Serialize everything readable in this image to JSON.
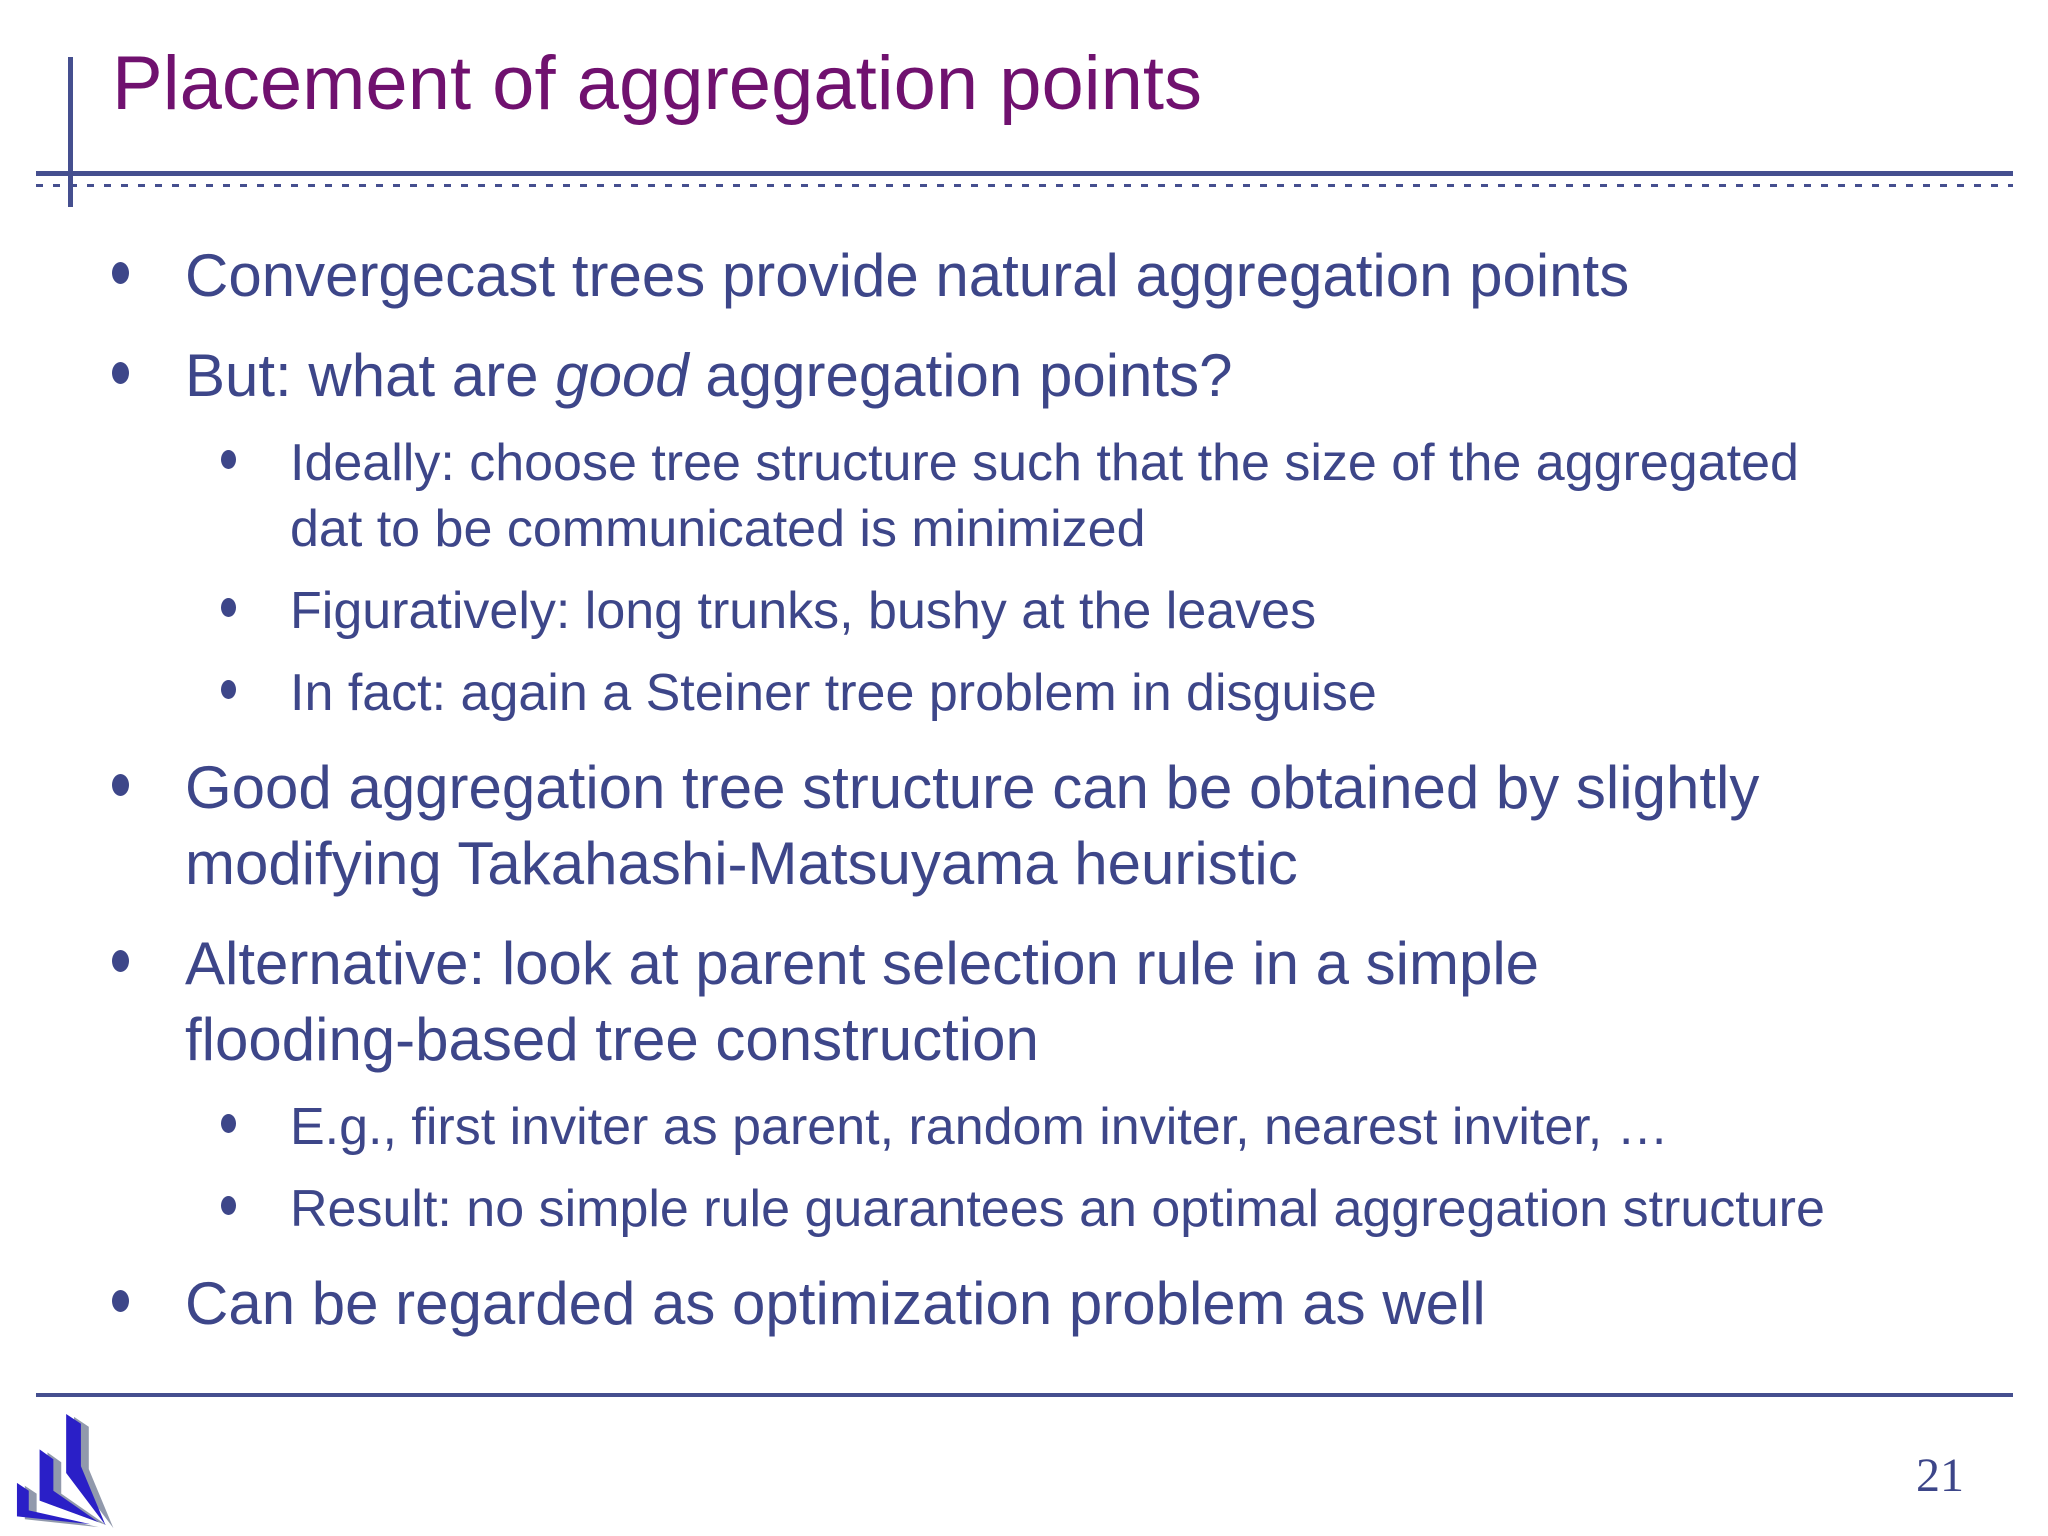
{
  "slide": {
    "title": "Placement of aggregation points",
    "page_number": "21"
  },
  "bullets": [
    {
      "level": 1,
      "lines": [
        [
          {
            "text": "Convergecast trees provide natural aggregation points"
          }
        ]
      ]
    },
    {
      "level": 1,
      "lines": [
        [
          {
            "text": "But: what are "
          },
          {
            "text": "good",
            "italic": true
          },
          {
            "text": " aggregation points?"
          }
        ]
      ]
    },
    {
      "level": 2,
      "lines": [
        [
          {
            "text": "Ideally: choose tree structure such that the size of the aggregated"
          }
        ],
        [
          {
            "text": "dat to be communicated is minimized"
          }
        ]
      ]
    },
    {
      "level": 2,
      "lines": [
        [
          {
            "text": "Figuratively: long trunks, bushy at the leaves"
          }
        ]
      ]
    },
    {
      "level": 2,
      "lines": [
        [
          {
            "text": "In fact: again a Steiner tree problem in disguise"
          }
        ]
      ]
    },
    {
      "level": 1,
      "lines": [
        [
          {
            "text": "Good aggregation tree structure can be obtained by slightly"
          }
        ],
        [
          {
            "text": "modifying Takahashi-Matsuyama heuristic"
          }
        ]
      ]
    },
    {
      "level": 1,
      "lines": [
        [
          {
            "text": "Alternative: look at parent selection rule in a simple"
          }
        ],
        [
          {
            "text": "flooding-based tree construction"
          }
        ]
      ]
    },
    {
      "level": 2,
      "lines": [
        [
          {
            "text": "E.g., first inviter as parent, random inviter, nearest inviter, …"
          }
        ]
      ]
    },
    {
      "level": 2,
      "lines": [
        [
          {
            "text": "Result: no simple rule guarantees an optimal aggregation structure"
          }
        ]
      ]
    },
    {
      "level": 1,
      "lines": [
        [
          {
            "text": "Can be regarded as optimization problem as well"
          }
        ]
      ]
    }
  ],
  "colors": {
    "title": "#70116F",
    "body": "#3D4689",
    "rule": "#454F8F",
    "logo_blue": "#2A1FC7",
    "logo_shadow": "#9199AC",
    "background": "#FFFFFF"
  },
  "footer": {
    "logo_icon": "university-logo-icon"
  }
}
